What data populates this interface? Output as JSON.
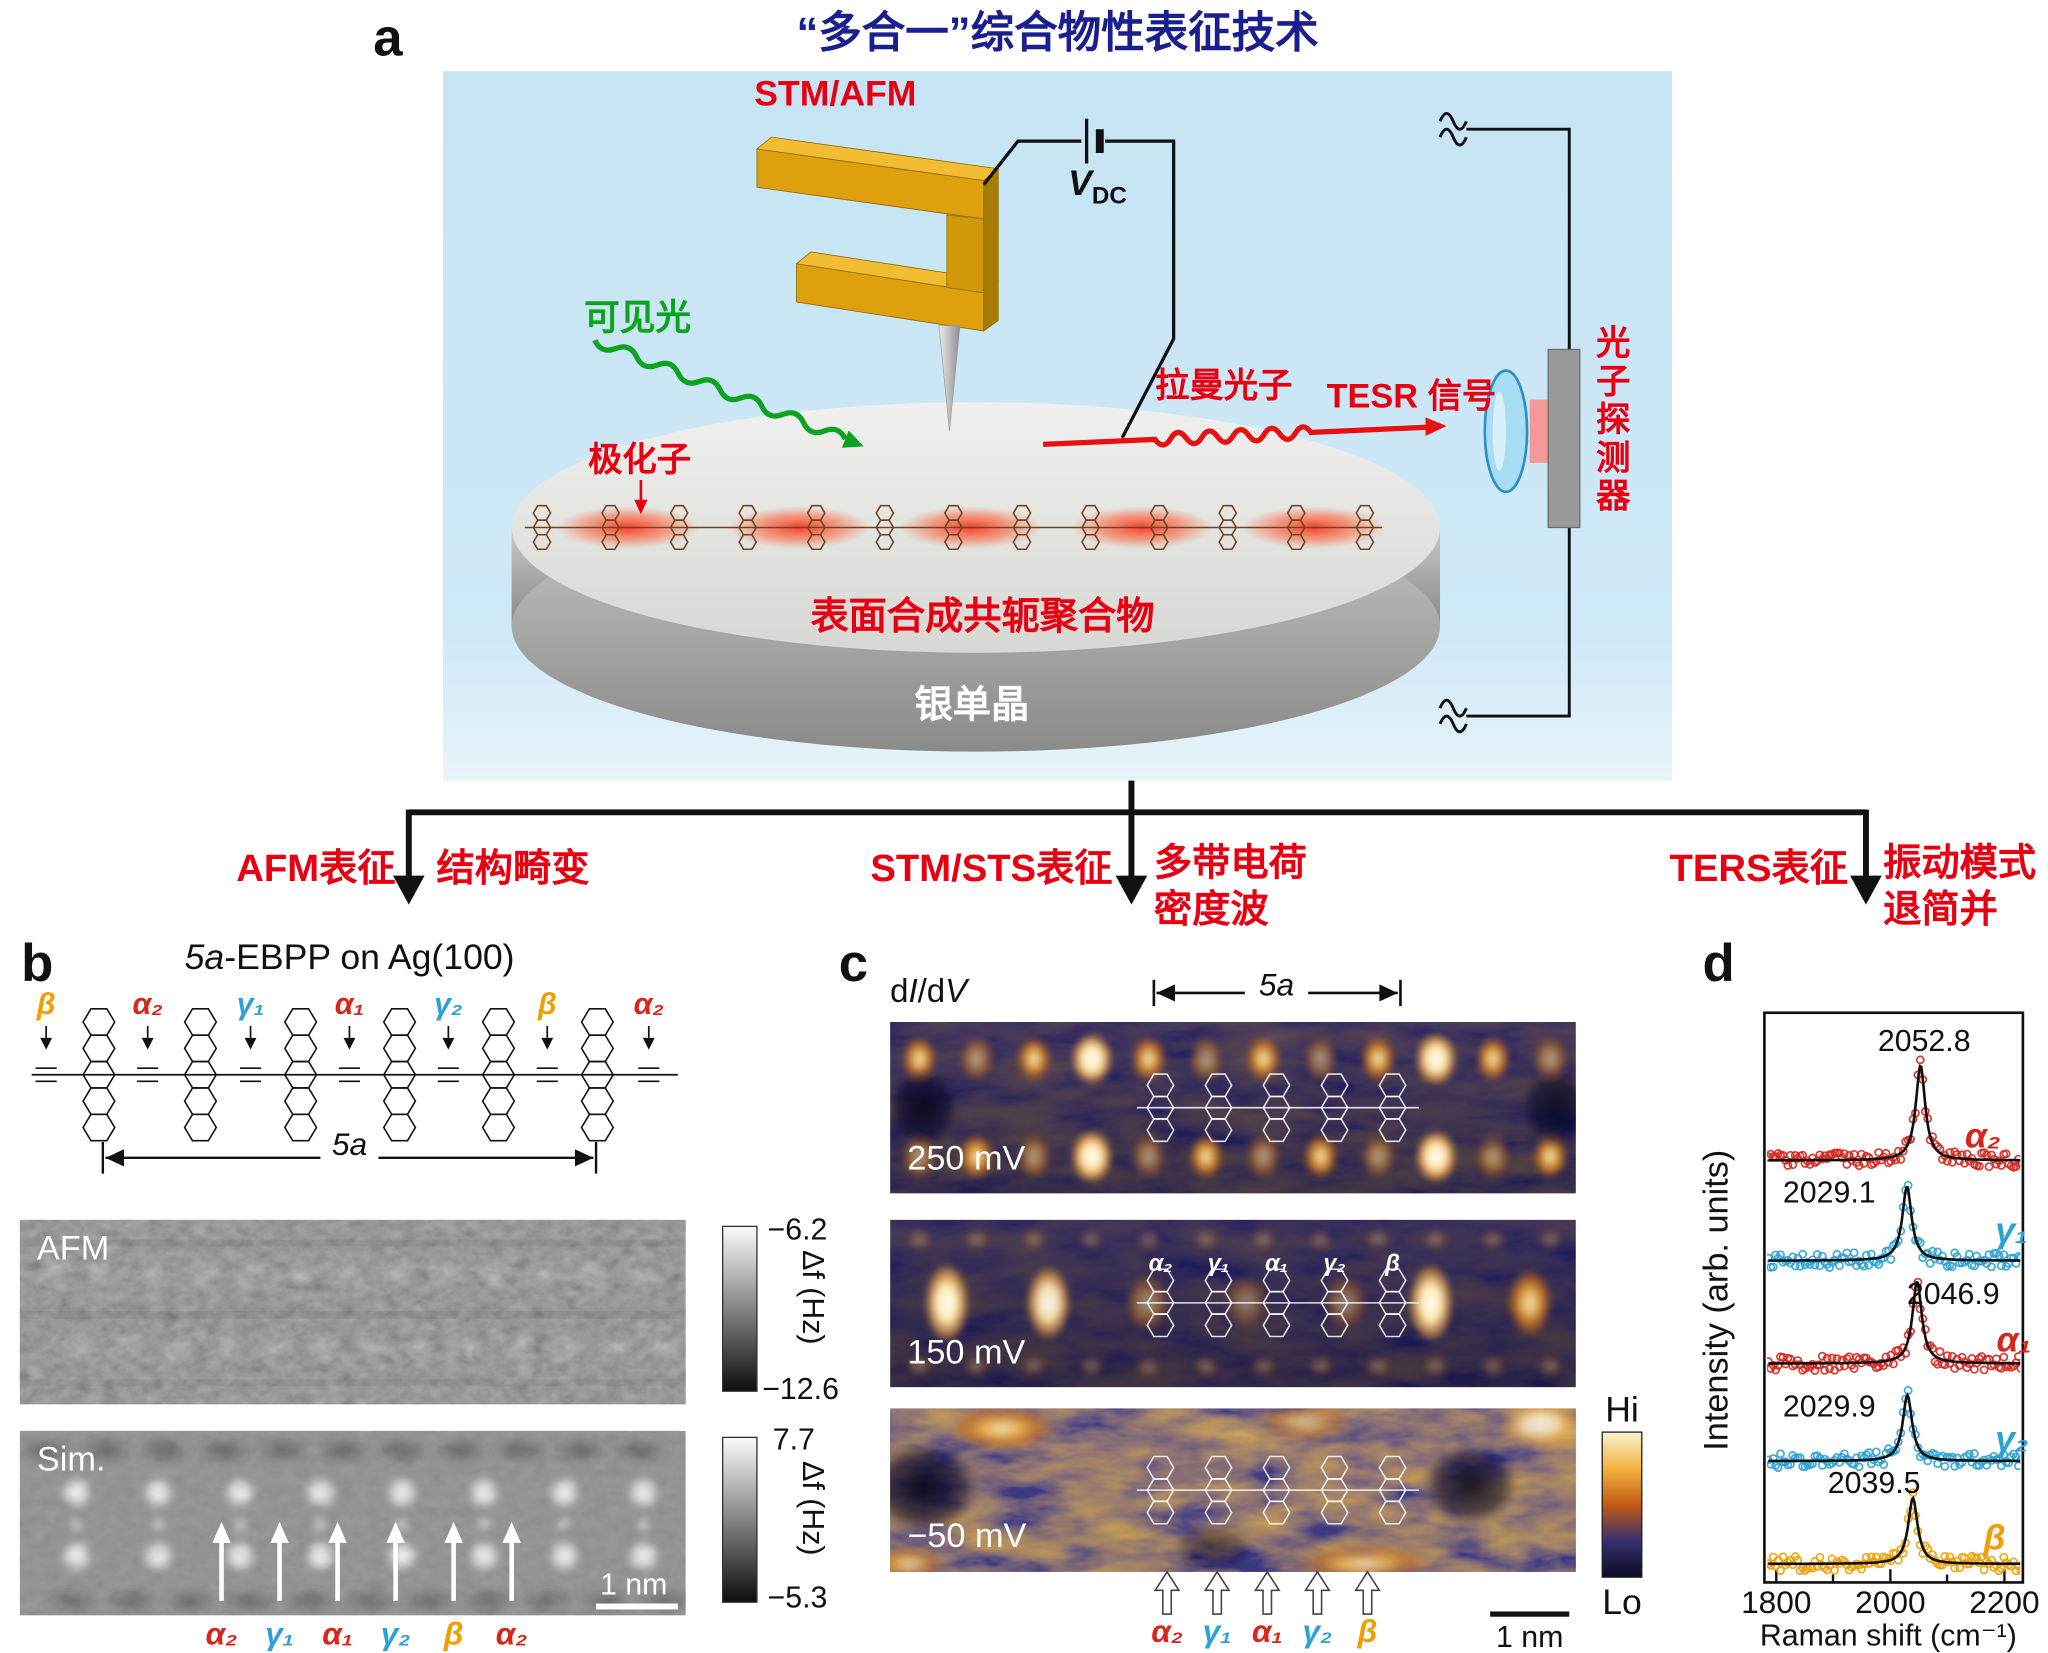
{
  "colors": {
    "accent_red_text": "#e60012",
    "title_blue": "#1a1f8f",
    "visible_light_green": "#0ca320",
    "alpha_red": "#d7261e",
    "gamma_blue": "#2aa1d8",
    "beta_orange": "#ef9f00"
  },
  "panel_a": {
    "label": "a",
    "title": "“多合一”综合物性表征技术",
    "stm_afm_label": "STM/AFM",
    "bias_symbol": "V",
    "bias_subscript": "DC",
    "visible_light_label": "可见光",
    "polaron_label": "极化子",
    "raman_photon_label": "拉曼光子",
    "tesr_signal_label": "TESR 信号",
    "photon_detector_label": "光子探测器",
    "polymer_label": "表面合成共轭聚合物",
    "substrate_label": "银单晶"
  },
  "flow": {
    "afm_method": "AFM表征",
    "afm_result": "结构畸变",
    "stm_method": "STM/STS表征",
    "stm_result_line1": "多带电荷",
    "stm_result_line2": "密度波",
    "ters_method": "TERS表征",
    "ters_result_line1": "振动模式",
    "ters_result_line2": "退简并"
  },
  "panel_b": {
    "label": "b",
    "title_prefix": "5a",
    "title_suffix": "-EBPP on Ag(100)",
    "unit_span_label": "5a",
    "bond_markers": [
      {
        "label": "β",
        "color": "#ef9f00"
      },
      {
        "label": "α₂",
        "color": "#d7261e"
      },
      {
        "label": "γ₁",
        "color": "#2aa1d8"
      },
      {
        "label": "α₁",
        "color": "#d7261e"
      },
      {
        "label": "γ₂",
        "color": "#2aa1d8"
      },
      {
        "label": "β",
        "color": "#ef9f00"
      },
      {
        "label": "α₂",
        "color": "#d7261e"
      }
    ],
    "afm_image_label": "AFM",
    "sim_image_label": "Sim.",
    "afm_colorbar_max": "−6.2",
    "afm_colorbar_min": "−12.6",
    "afm_colorbar_unit": "Δf (Hz)",
    "sim_colorbar_max": "7.7",
    "sim_colorbar_min": "−5.3",
    "sim_colorbar_unit": "Δf (Hz)",
    "scale_bar_label": "1 nm",
    "site_markers": [
      {
        "label": "α₂",
        "color": "#d7261e"
      },
      {
        "label": "γ₁",
        "color": "#2aa1d8"
      },
      {
        "label": "α₁",
        "color": "#d7261e"
      },
      {
        "label": "γ₂",
        "color": "#2aa1d8"
      },
      {
        "label": "β",
        "color": "#ef9f00"
      },
      {
        "label": "α₂",
        "color": "#d7261e"
      }
    ]
  },
  "panel_c": {
    "label": "c",
    "signal_label_parts": {
      "p1": "d",
      "p2": "I",
      "p3": "/d",
      "p4": "V"
    },
    "unit_span_label": "5a",
    "maps": [
      {
        "bias": "250 mV"
      },
      {
        "bias": "150 mV"
      },
      {
        "bias": "−50 mV"
      }
    ],
    "overlay_markers": [
      {
        "label": "α₂"
      },
      {
        "label": "γ₁"
      },
      {
        "label": "α₁"
      },
      {
        "label": "γ₂"
      },
      {
        "label": "β"
      }
    ],
    "colorbar_max": "Hi",
    "colorbar_min": "Lo",
    "scale_bar_label": "1 nm",
    "site_markers": [
      {
        "label": "α₂",
        "color": "#d7261e"
      },
      {
        "label": "γ₁",
        "color": "#2aa1d8"
      },
      {
        "label": "α₁",
        "color": "#d7261e"
      },
      {
        "label": "γ₂",
        "color": "#2aa1d8"
      },
      {
        "label": "β",
        "color": "#ef9f00"
      }
    ]
  },
  "panel_d": {
    "label": "d"
  },
  "chart_data": {
    "type": "scatter",
    "xlabel": "Raman shift (cm⁻¹)",
    "ylabel": "Intensity (arb. units)",
    "xlim": [
      1780,
      2235
    ],
    "xticks": [
      "1800",
      "2000",
      "2200"
    ],
    "grid": false,
    "stacked": true,
    "fit_line": true,
    "series": [
      {
        "name": "α₂",
        "peak_center_cm1": 2052.8,
        "peak_label": "2052.8",
        "color": "#d7261e"
      },
      {
        "name": "γ₁",
        "peak_center_cm1": 2029.1,
        "peak_label": "2029.1",
        "color": "#2aa1d8"
      },
      {
        "name": "α₁",
        "peak_center_cm1": 2046.9,
        "peak_label": "2046.9",
        "color": "#d7261e"
      },
      {
        "name": "γ₂",
        "peak_center_cm1": 2029.9,
        "peak_label": "2029.9",
        "color": "#2aa1d8"
      },
      {
        "name": "β",
        "peak_center_cm1": 2039.5,
        "peak_label": "2039.5",
        "color": "#ef9f00"
      }
    ]
  }
}
